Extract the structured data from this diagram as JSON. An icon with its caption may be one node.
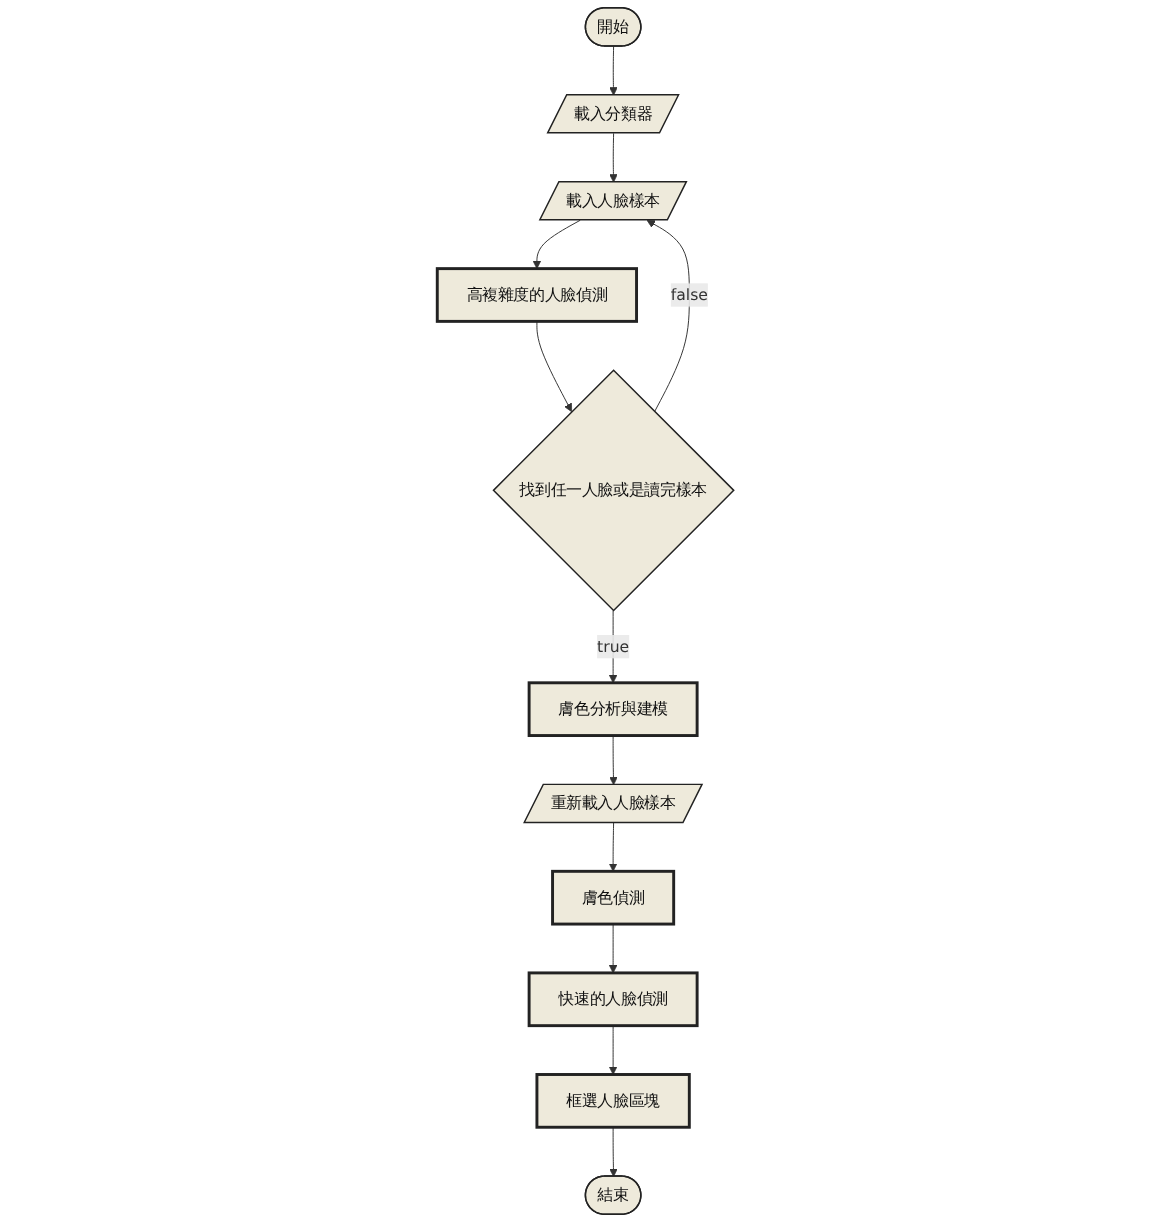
{
  "diagram": {
    "nodes": [
      {
        "text": [
          "開始"
        ]
      },
      {
        "text": [
          "載入分類器"
        ]
      },
      {
        "text": [
          "載入人臉樣本"
        ]
      },
      {
        "text": [
          "高複雜度的人臉偵測"
        ]
      },
      {
        "text": [
          "找到任一人臉或是讀完樣本"
        ]
      },
      {
        "text": [
          "膚色分析與建模"
        ]
      },
      {
        "text": [
          "重新載入人臉樣本"
        ]
      },
      {
        "text": [
          "膚色偵測"
        ]
      },
      {
        "text": [
          "快速的人臉偵測"
        ]
      },
      {
        "text": [
          "框選人臉區塊"
        ]
      },
      {
        "text": [
          "結束"
        ]
      }
    ],
    "edges": [
      {
        "from": 0,
        "to": 1,
        "arrow": "to"
      },
      {
        "from": 1,
        "to": 2,
        "arrow": "to"
      },
      {
        "from": 2,
        "to": 3,
        "arrow": "to"
      },
      {
        "from": 3,
        "to": 4,
        "arrow": "to"
      },
      {
        "from": 4,
        "to": 2,
        "arrow": "to",
        "label": "false"
      },
      {
        "from": 4,
        "to": 5,
        "arrow": "to",
        "label": "true"
      },
      {
        "from": 5,
        "to": 6,
        "arrow": "to"
      },
      {
        "from": 6,
        "to": 7,
        "arrow": "to"
      },
      {
        "from": 7,
        "to": 8,
        "arrow": "to"
      },
      {
        "from": 8,
        "to": 9,
        "arrow": "to"
      },
      {
        "from": 9,
        "to": 10,
        "arrow": "to"
      }
    ]
  }
}
